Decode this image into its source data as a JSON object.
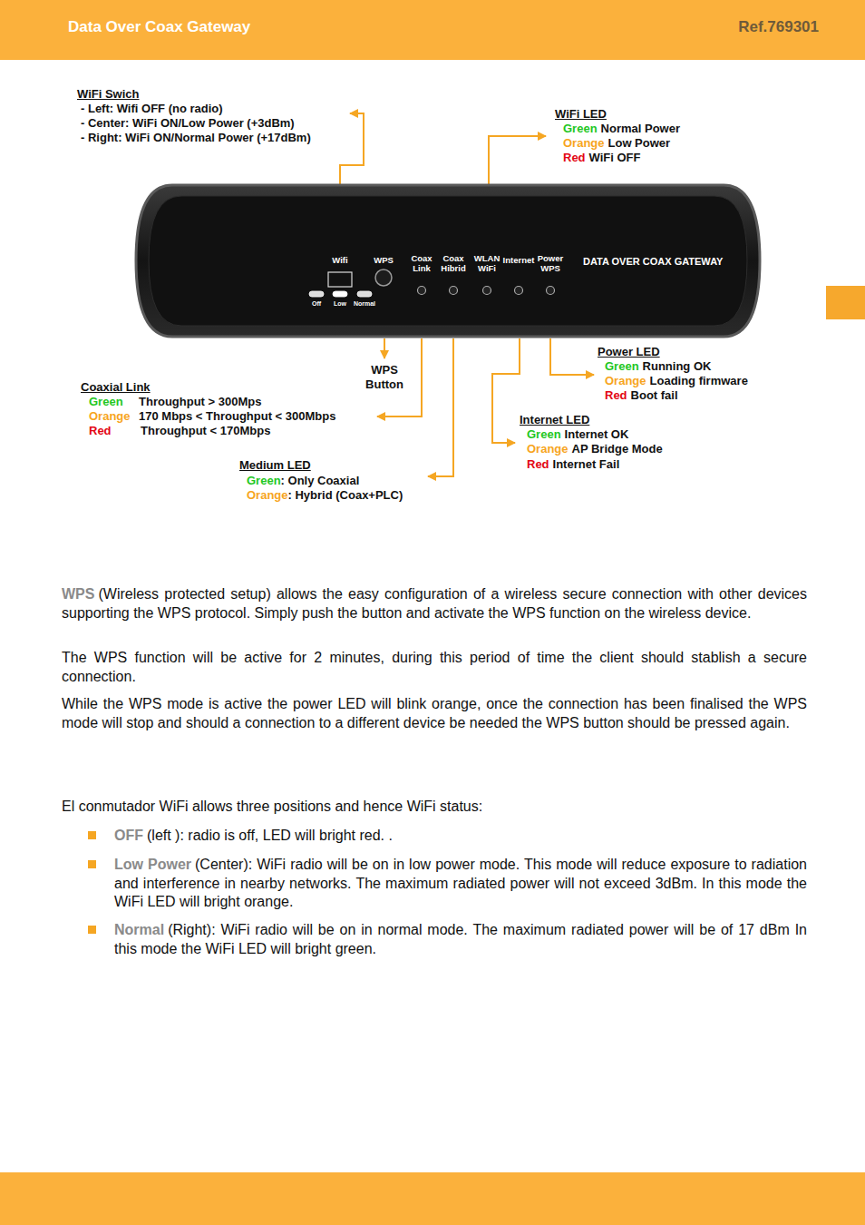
{
  "diagram": {
    "nodes": [
      {
        "text": [
          "Data Over Coax Gateway",
          "Ref.769301"
        ]
      },
      {
        "text": [
          "Wifi",
          "WPS",
          "Coax Link",
          "Coax Hibrid",
          "WLAN WiFi",
          "Internet",
          "Power WPS",
          "Off",
          "Low",
          "Normal",
          "DATA OVER COAX GATEWAY"
        ]
      }
    ],
    "labels": [
      "WiFi Swich",
      "- Left: Wifi OFF (no radio)",
      "- Center: WiFi ON/Low Power (+3dBm)",
      "- Right: WiFi ON/Normal Power (+17dBm)",
      "WiFi LED",
      "Green",
      "Normal Power",
      "Orange",
      "Low Power",
      "Red",
      "WiFi OFF",
      "Power LED",
      "Green",
      "Running OK",
      "Orange",
      "Loading firmware",
      "Red",
      "Boot fail",
      "WPS Button",
      "Coaxial Link",
      "Green",
      "Throughput > 300Mps",
      "Orange",
      "170 Mbps < Throughput < 300Mbps",
      "Red",
      "Throughput < 170Mbps",
      "Internet LED",
      "Green",
      "Internet OK",
      "Orange",
      "AP Bridge Mode",
      "Red",
      "Internet Fail",
      "Medium LED",
      "Green",
      ": Only Coaxial",
      "Orange",
      ": Hybrid (Coax+PLC)",
      "WPS",
      "(Wireless protected setup) allows the easy configuration of a wireless secure connection with other devices supporting the WPS protocol. Simply push the button and activate the WPS function on the wireless device.",
      "The WPS function will be active for 2 minutes, during this period of time the client should stablish a secure connection.",
      "While the WPS mode is active the power LED will blink orange, once the connection has been finalised the WPS mode will stop and should a connection to a different device be needed the WPS button should be pressed again.",
      "El conmutador WiFi allows  three positions and hence WiFi status:",
      "OFF",
      "(left ): radio is off, LED will bright red. .",
      "Low Power",
      "(Center): WiFi radio will be on in low power mode. This mode will reduce exposure to radiation  and interference in nearby networks.  The maximum radiated power will not exceed 3dBm. In this mode the WiFi LED will bright orange.",
      "Normal",
      "(Right): WiFi radio will be on in normal mode. The maximum radiated power will be of  17 dBm In this mode the WiFi LED will bright green."
    ]
  }
}
